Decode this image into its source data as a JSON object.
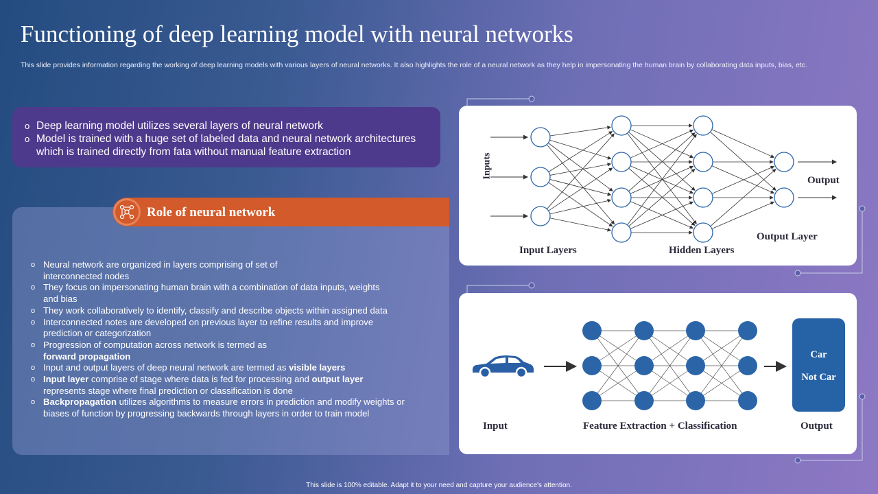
{
  "title": "Functioning of deep learning model with neural networks",
  "subtitle": "This slide provides information regarding the working of deep learning models with various layers of neural networks. It also highlights the role of a neural network as they help in impersonating the human brain by collaborating data inputs, bias, etc.",
  "top_box": {
    "bullets": [
      "Deep learning model utilizes several layers of neural network",
      "Model is trained with a huge set of labeled data and neural network architectures which is trained directly from fata without manual feature extraction"
    ]
  },
  "role": {
    "title": "Role of neural network",
    "icon": "network-icon",
    "bullets": [
      {
        "html": "Neural network are organized in layers comprising of set of<br>interconnected nodes"
      },
      {
        "html": "They focus on impersonating human brain with a combination of data inputs, weights<br>and bias"
      },
      {
        "html": "They work collaboratively to identify, classify and describe objects within assigned data"
      },
      {
        "html": "Interconnected notes are developed on previous layer to refine results and improve<br>prediction or categorization"
      },
      {
        "html": "Progression of computation across network is termed as<br><b>forward propagation</b>"
      },
      {
        "html": "Input and output layers of deep neural network are termed as <b>visible layers</b>"
      },
      {
        "html": "<b>Input layer</b> comprise of stage where data is fed for processing and <b>output layer</b><br>represents stage where final prediction or classification is done"
      },
      {
        "html": "<b>Backpropagation</b> utilizes algorithms to measure errors in prediction and modify weights or<br>biases of function by progressing backwards through layers in order to train model"
      }
    ]
  },
  "diagram_top": {
    "inputs_label": "Inputs",
    "output_label": "Output",
    "input_layers_label": "Input Layers",
    "hidden_layers_label": "Hidden Layers",
    "output_layer_label": "Output Layer"
  },
  "diagram_bottom": {
    "input_label": "Input",
    "feature_label": "Feature Extraction + Classification",
    "output_label": "Output",
    "result_options": [
      "Car",
      "Not Car"
    ],
    "input_icon": "car-icon"
  },
  "footer": "This slide is 100% editable. Adapt it to your need and capture your audience's attention.",
  "colors": {
    "accent_orange": "#d35a2a",
    "top_box": "#4e3a8c",
    "node_blue": "#2b65a8",
    "output_box": "#2662a6"
  }
}
